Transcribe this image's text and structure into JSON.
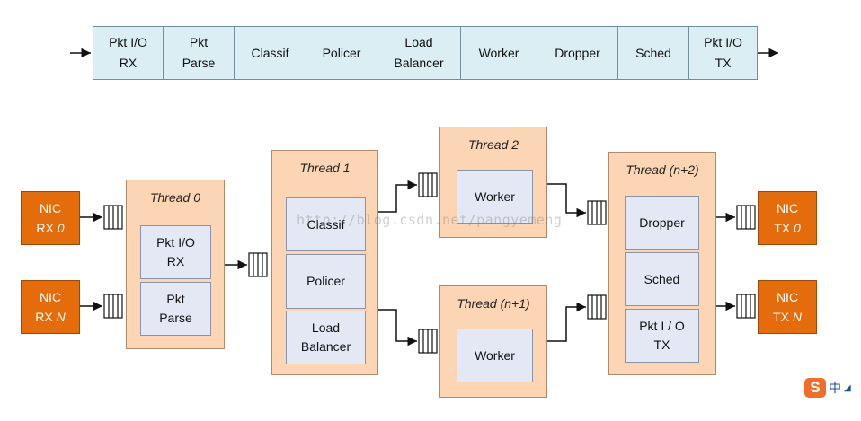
{
  "pipeline": {
    "stages": [
      "Pkt I/O\nRX",
      "Pkt\nParse",
      "Classif",
      "Policer",
      "Load\nBalancer",
      "Worker",
      "Dropper",
      "Sched",
      "Pkt I/O\nTX"
    ]
  },
  "nics": {
    "rx0": {
      "label": "NIC",
      "sub_prefix": "RX",
      "sub_italic": "0"
    },
    "rxn": {
      "label": "NIC",
      "sub_prefix": "RX",
      "sub_italic": "N"
    },
    "tx0": {
      "label": "NIC",
      "sub_prefix": "TX",
      "sub_italic": "0"
    },
    "txn": {
      "label": "NIC",
      "sub_prefix": "TX",
      "sub_italic": "N"
    }
  },
  "threads": {
    "t0": {
      "title": "Thread 0",
      "stages": [
        "Pkt I/O\nRX",
        "Pkt\nParse"
      ]
    },
    "t1": {
      "title": "Thread 1",
      "stages": [
        "Classif",
        "Policer",
        "Load\nBalancer"
      ]
    },
    "t2": {
      "title": "Thread 2",
      "stages": [
        "Worker"
      ]
    },
    "tn1": {
      "title": "Thread (n+1)",
      "stages": [
        "Worker"
      ]
    },
    "tn2": {
      "title": "Thread (n+2)",
      "stages": [
        "Dropper",
        "Sched",
        "Pkt I / O\nTX"
      ]
    }
  },
  "watermark": "http://blog.csdn.net/pangyemeng",
  "ime": {
    "label": "中",
    "logo": "S",
    "icon": "sogou-ime-icon"
  },
  "colors": {
    "pipeline_fill": "#daeef3",
    "thread_fill": "#fcd5b4",
    "stage_fill": "#e3e8f4",
    "nic_fill": "#e46c0a"
  }
}
